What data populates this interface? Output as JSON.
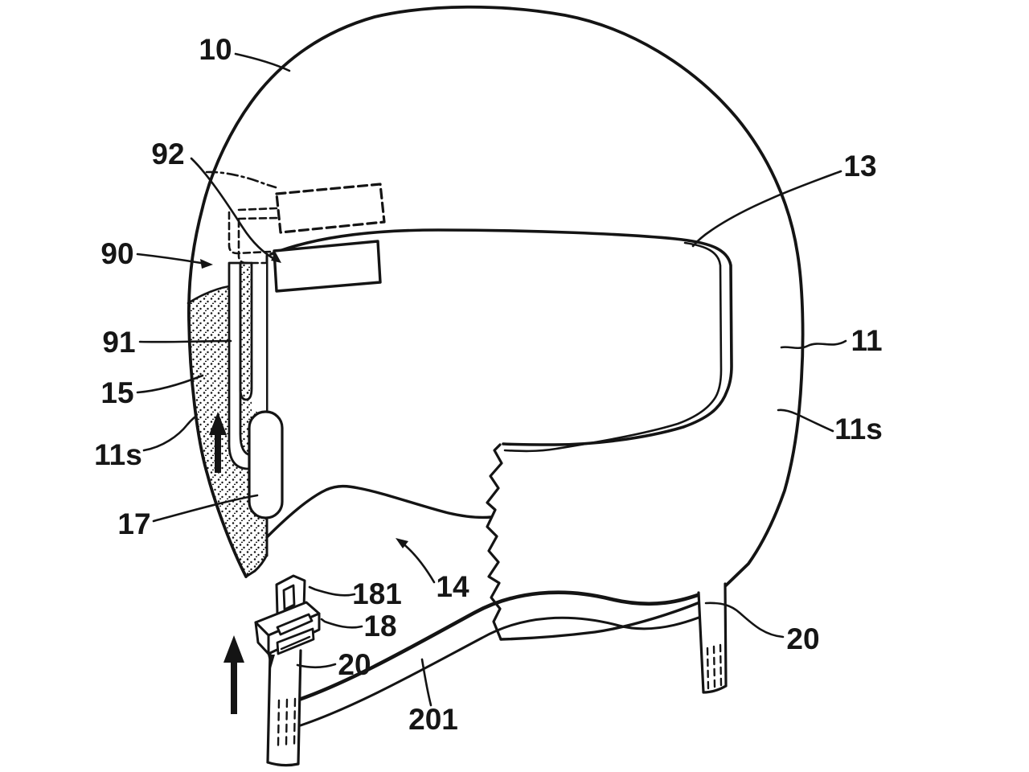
{
  "figure": {
    "type": "patent-line-drawing",
    "subject": "helmet side view with shield tube assembly and chin strap",
    "background_color": "#ffffff",
    "line_color": "#141414"
  },
  "labels": {
    "ref_10": "10",
    "ref_92": "92",
    "ref_90": "90",
    "ref_91": "91",
    "ref_15": "15",
    "ref_11s_left": "11s",
    "ref_17": "17",
    "ref_13": "13",
    "ref_11": "11",
    "ref_11s_right": "11s",
    "ref_14": "14",
    "ref_181": "181",
    "ref_18": "18",
    "ref_20_front": "20",
    "ref_201": "201",
    "ref_20_rear": "20"
  }
}
